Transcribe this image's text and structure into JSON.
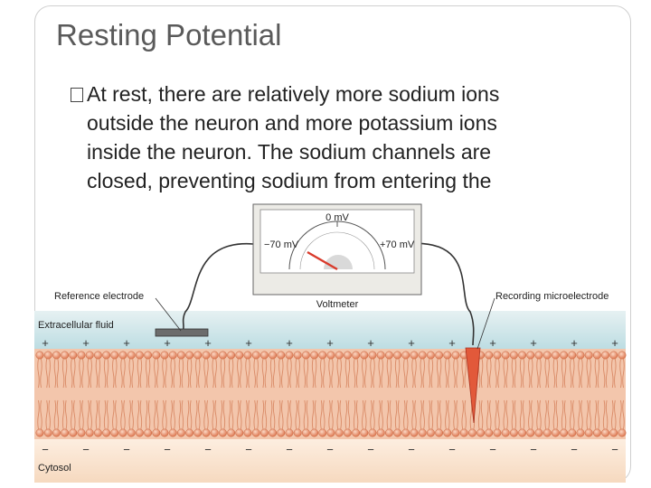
{
  "slide": {
    "title": "Resting Potential",
    "bullet_lines": [
      "At rest, there are relatively more sodium ions",
      "outside the neuron and more potassium ions",
      "inside the neuron.  The sodium channels are",
      "closed, preventing sodium from entering the"
    ]
  },
  "diagram": {
    "voltmeter": {
      "top_label": "0 mV",
      "left_label": "−70 mV",
      "right_label": "+70 mV",
      "name": "Voltmeter"
    },
    "reference_electrode": "Reference electrode",
    "recording_microelectrode": "Recording microelectrode",
    "extracellular_fluid": "Extracellular fluid",
    "cytosol": "Cytosol",
    "plus_sign": "+",
    "minus_sign": "−",
    "colors": {
      "extracellular": "#cfe6ea",
      "membrane": "#e89a74",
      "cytosol": "#fbe6d3",
      "microelectrode": "#e2593a",
      "needle": "#d93a2b"
    }
  }
}
